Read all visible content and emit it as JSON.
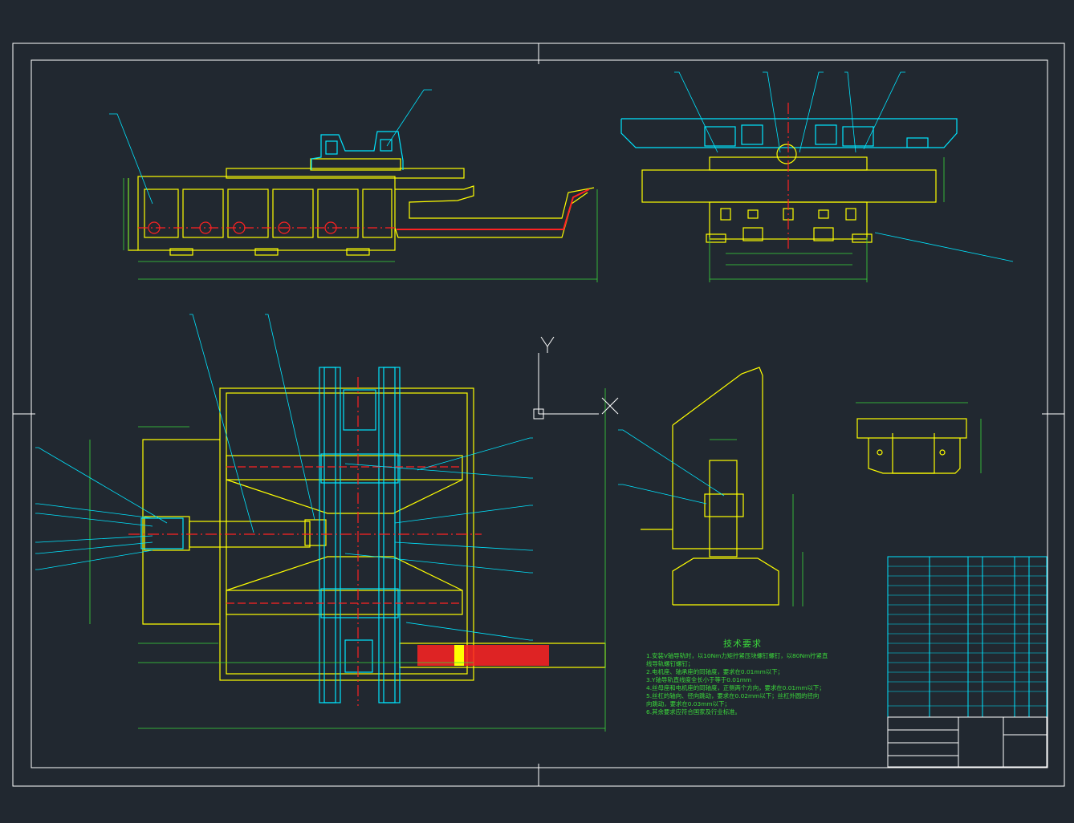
{
  "drawing": {
    "colors": {
      "background": "#212830",
      "frame": "#ffffff",
      "outline": "#ffff00",
      "detail": "#00e5ff",
      "center_line": "#ff2222",
      "dimension": "#3bd83b"
    },
    "technical_requirements": {
      "title": "技术要求",
      "items": [
        "1.安装V轴导轨时，以10Nm力矩拧紧压块螺钉螺钉，以80Nm拧紧直",
        "线导轨螺钉螺钉；",
        "2.电机座、轴承座的同轴度，要求在0.01mm以下；",
        "3.Y轴导轨直线度全长小于等于0.01mm",
        "4.丝母座和电机座的同轴度，正侧两个方向，要求在0.01mm以下；",
        "5.丝杠的轴向、径向跳动，要求在0.02mm以下；丝杠外圆的径向",
        "向跳动，要求在0.03mm以下；",
        "6.其余要求应符合国家及行业标准。"
      ]
    }
  }
}
